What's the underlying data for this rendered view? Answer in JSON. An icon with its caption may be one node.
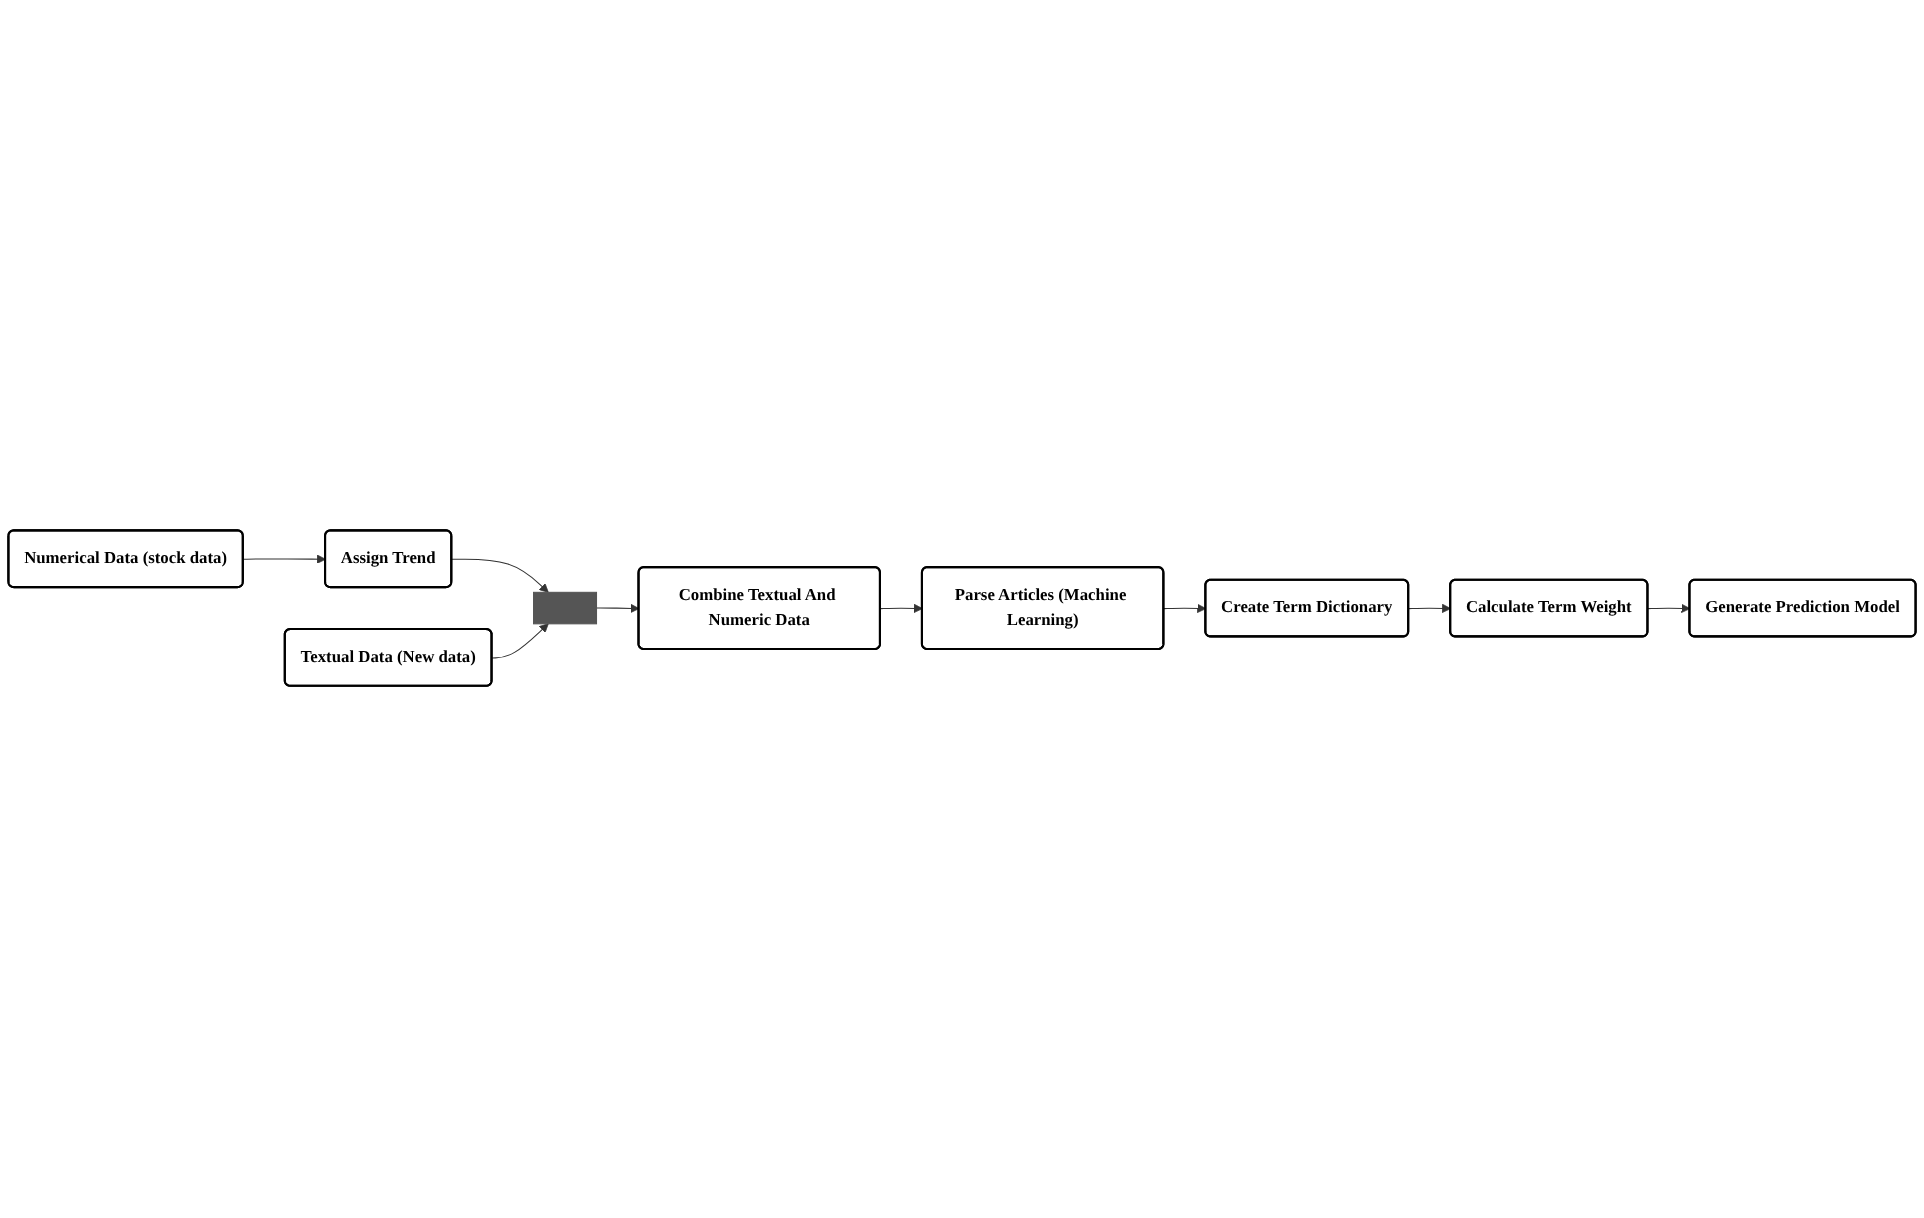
{
  "diagram": {
    "nodes": [
      {
        "text": [
          "Numerical Data (stock data)"
        ]
      },
      {
        "text": [
          "Assign Trend"
        ]
      },
      {
        "text": [],
        "shape": "bar"
      },
      {
        "text": [
          "Combine Textual And Numeric Data"
        ]
      },
      {
        "text": [
          "Textual Data (New data)"
        ]
      },
      {
        "text": [
          "Parse Articles (Machine Learning)"
        ]
      },
      {
        "text": [
          "Create Term Dictionary"
        ]
      },
      {
        "text": [
          "Generate Prediction Model"
        ]
      },
      {
        "text": [
          "Calculate Term Weight"
        ]
      }
    ],
    "edges": [
      {
        "from": 0,
        "to": 1,
        "arrow": "to"
      },
      {
        "from": 1,
        "to": 2,
        "arrow": "to"
      },
      {
        "from": 4,
        "to": 2,
        "arrow": "to"
      },
      {
        "from": 2,
        "to": 3,
        "arrow": "to"
      },
      {
        "from": 3,
        "to": 5,
        "arrow": "to"
      },
      {
        "from": 5,
        "to": 6,
        "arrow": "to"
      },
      {
        "from": 6,
        "to": 8,
        "arrow": "to"
      },
      {
        "from": 8,
        "to": 7,
        "arrow": "to"
      }
    ]
  }
}
